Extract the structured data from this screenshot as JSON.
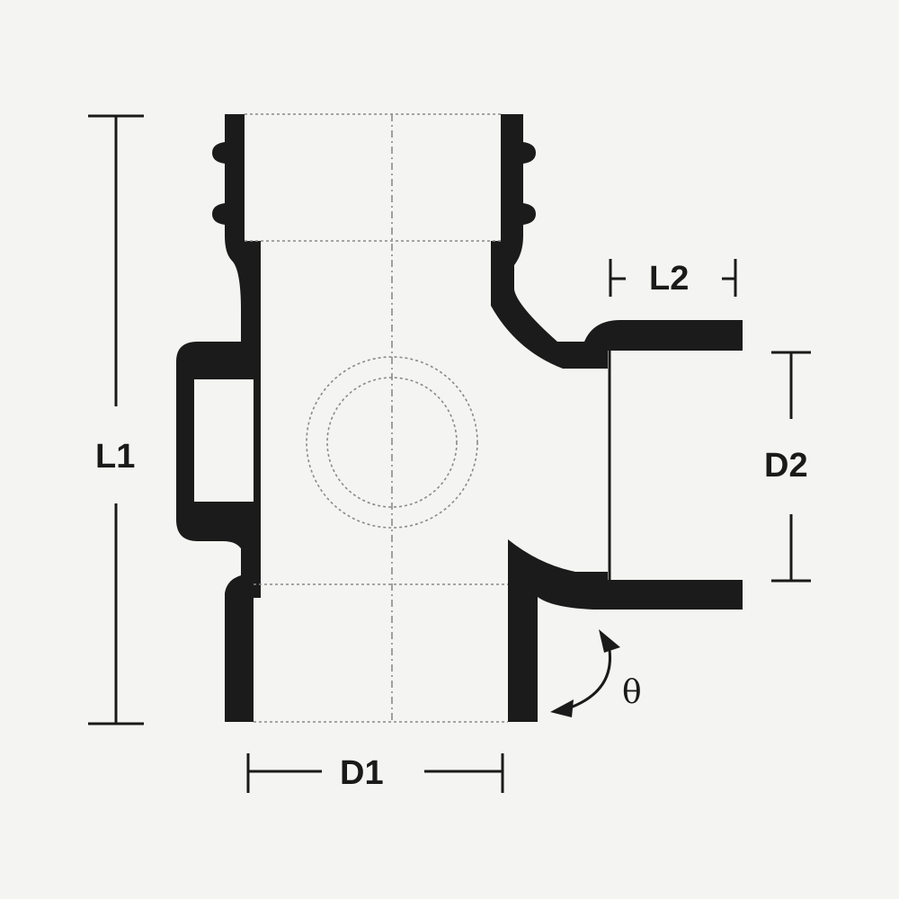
{
  "labels": {
    "L1": "L1",
    "L2": "L2",
    "D1": "D1",
    "D2": "D2",
    "angle": "θ"
  },
  "colors": {
    "ink": "#1b1b1b",
    "background": "#f4f4f2",
    "hidden_line": "#8a8a8a"
  }
}
